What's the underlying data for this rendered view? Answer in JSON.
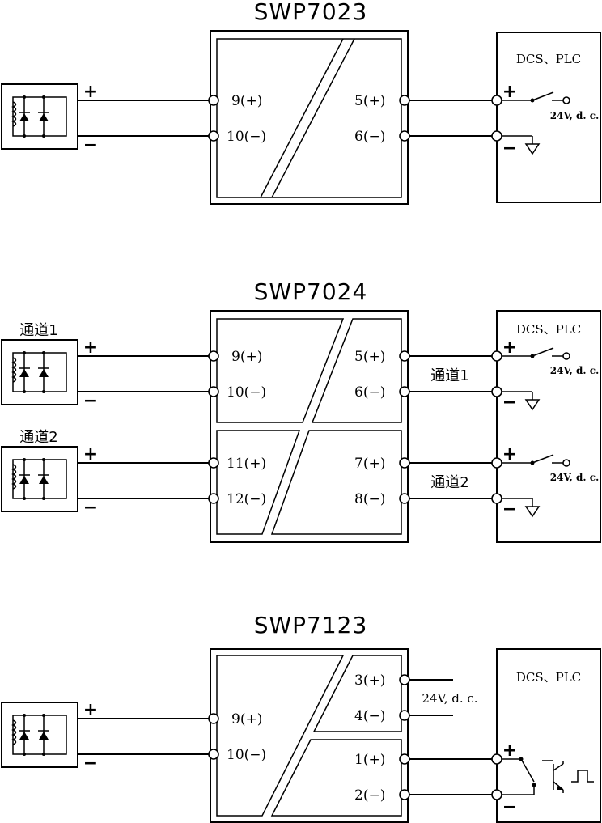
{
  "diagram1": {
    "title": "SWP7023",
    "input_terminals": [
      "9(+)",
      "10(−)"
    ],
    "output_terminals": [
      "5(+)",
      "6(−)"
    ],
    "receiver": "DCS、PLC",
    "supply": "24V, d. c.",
    "plus": "+",
    "minus": "−"
  },
  "diagram2": {
    "title": "SWP7024",
    "channel1_in": "通道1",
    "channel2_in": "通道2",
    "channel1_out": "通道1",
    "channel2_out": "通道2",
    "ch1_input_terminals": [
      "9(+)",
      "10(−)"
    ],
    "ch1_output_terminals": [
      "5(+)",
      "6(−)"
    ],
    "ch2_input_terminals": [
      "11(+)",
      "12(−)"
    ],
    "ch2_output_terminals": [
      "7(+)",
      "8(−)"
    ],
    "receiver": "DCS、PLC",
    "supply": "24V, d. c.",
    "plus": "+",
    "minus": "−"
  },
  "diagram3": {
    "title": "SWP7123",
    "input_terminals": [
      "9(+)",
      "10(−)"
    ],
    "power_terminals": [
      "3(+)",
      "4(−)"
    ],
    "output_terminals": [
      "1(+)",
      "2(−)"
    ],
    "power_label": "24V, d. c.",
    "receiver": "DCS、PLC",
    "plus": "+",
    "minus": "−"
  }
}
